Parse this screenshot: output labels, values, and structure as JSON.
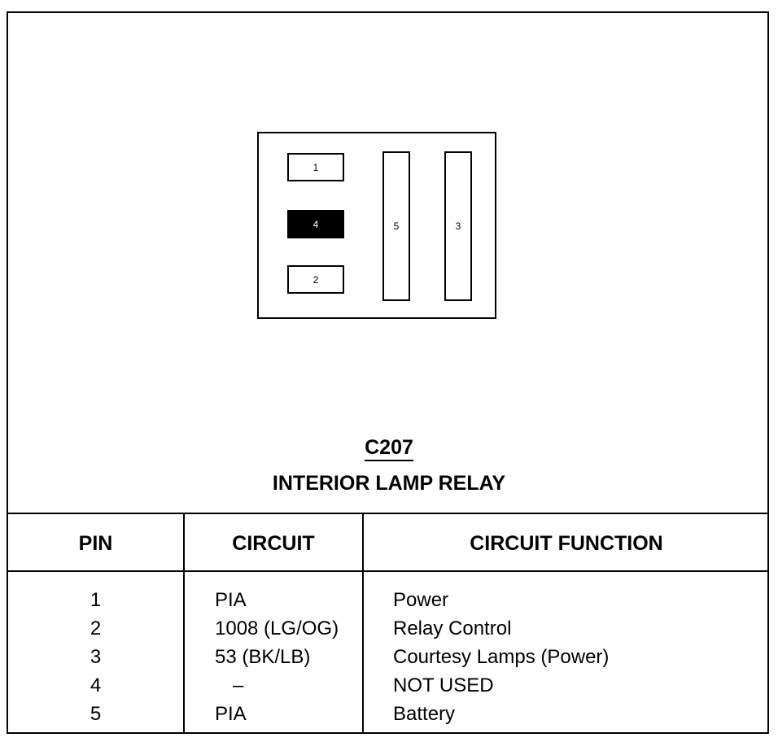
{
  "diagram": {
    "pins": [
      {
        "label": "1",
        "filled": false
      },
      {
        "label": "4",
        "filled": true
      },
      {
        "label": "2",
        "filled": false
      },
      {
        "label": "5",
        "filled": false
      },
      {
        "label": "3",
        "filled": false
      }
    ],
    "connector_id": "C207",
    "connector_name": "INTERIOR LAMP RELAY"
  },
  "table": {
    "headers": {
      "pin": "PIN",
      "circuit": "CIRCUIT",
      "function": "CIRCUIT FUNCTION"
    },
    "rows": [
      {
        "pin": "1",
        "circuit": "PIA",
        "function": "Power"
      },
      {
        "pin": "2",
        "circuit": "1008 (LG/OG)",
        "function": "Relay Control"
      },
      {
        "pin": "3",
        "circuit": "53 (BK/LB)",
        "function": "Courtesy Lamps (Power)"
      },
      {
        "pin": "4",
        "circuit": "–",
        "function": "NOT USED"
      },
      {
        "pin": "5",
        "circuit": "PIA",
        "function": "Battery"
      }
    ]
  }
}
